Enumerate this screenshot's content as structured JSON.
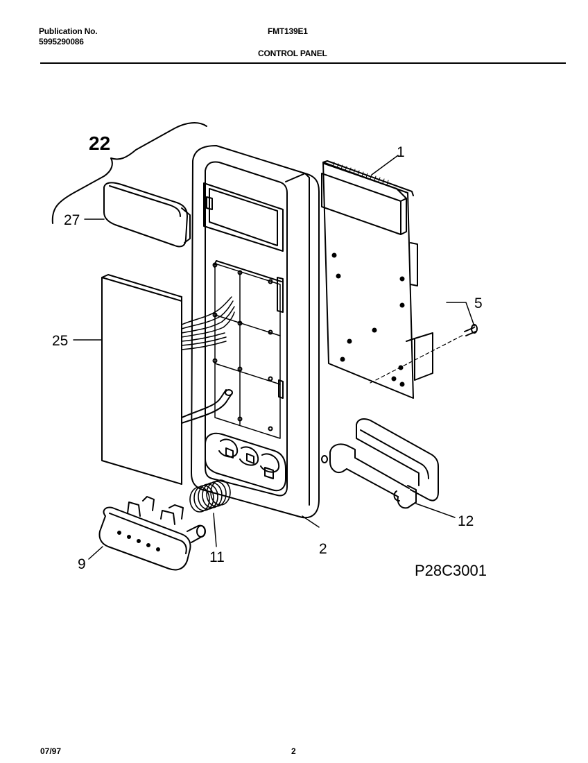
{
  "header": {
    "publication_label": "Publication No.",
    "publication_number": "5995290086",
    "model": "FMT139E1",
    "section_title": "CONTROL PANEL"
  },
  "callouts": {
    "part_1": "1",
    "part_2": "2",
    "part_5": "5",
    "part_9": "9",
    "part_11": "11",
    "part_12": "12",
    "part_22": "22",
    "part_25": "25",
    "part_27": "27"
  },
  "diagram_code": "P28C3001",
  "footer": {
    "date": "07/97",
    "page": "2"
  }
}
